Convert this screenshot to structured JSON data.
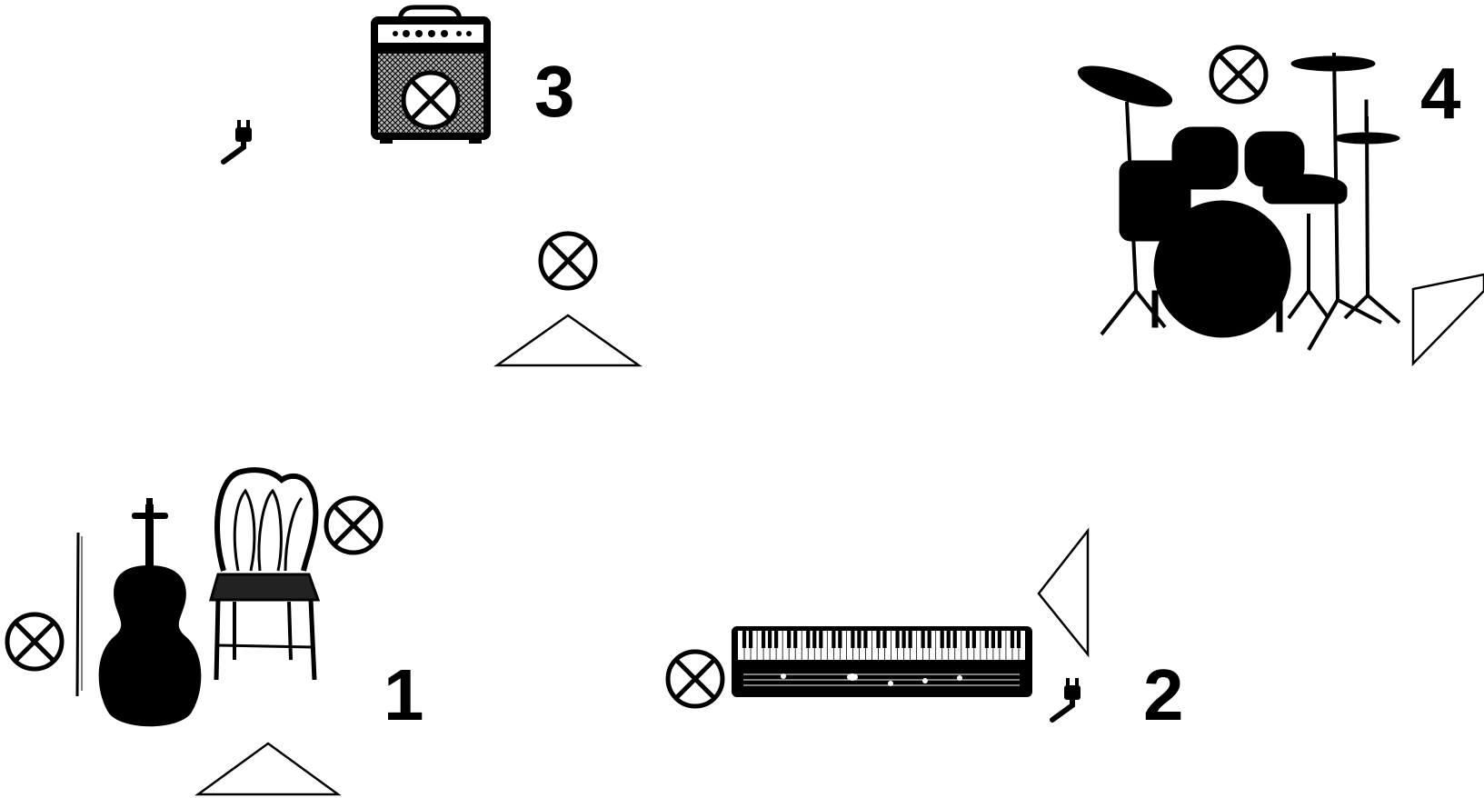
{
  "stage_plot": {
    "positions": [
      {
        "label": "1",
        "instrument": "cello-with-chair"
      },
      {
        "label": "2",
        "instrument": "keyboard"
      },
      {
        "label": "3",
        "instrument": "guitar-amplifier"
      },
      {
        "label": "4",
        "instrument": "drum-kit"
      }
    ],
    "symbols": {
      "microphone": "circle-x-icon",
      "monitor": "triangle-wedge-icon",
      "power": "plug-icon"
    },
    "colors": {
      "ink": "#000000",
      "background": "#ffffff",
      "grille": "#9a9a9a"
    }
  }
}
